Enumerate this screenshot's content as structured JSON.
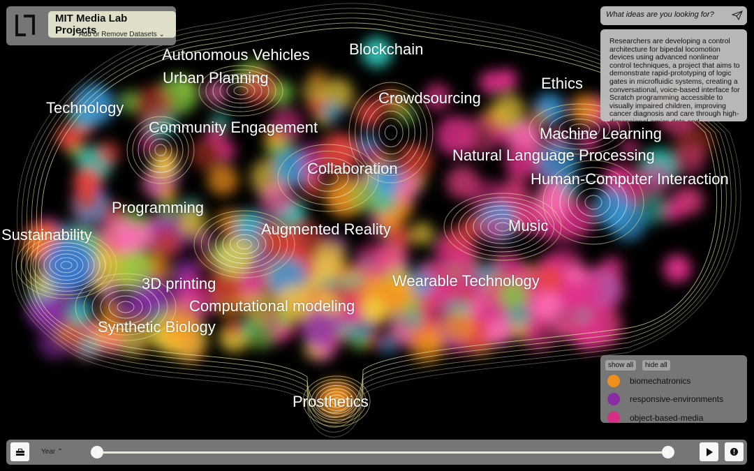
{
  "header": {
    "title": "MIT Media Lab Projects",
    "datasets_label": "Add or Remove Datasets",
    "logo_icon": "media-lab-logo"
  },
  "search": {
    "placeholder": "What ideas are you looking for?",
    "value": "",
    "icon": "send-icon"
  },
  "description": "Researchers are developing a control architecture for bipedal locomotion devices using advanced nonlinear control techniques, a project that aims to demonstrate rapid-prototyping of logic gates in microfluidic systems, creating a conversational, voice-based interface for Scratch programming accessible to visually impaired children, improving cancer diagnosis and care through high-dimensional omics data and computational",
  "topics": [
    "Autonomous Vehicles",
    "Blockchain",
    "Urban Planning",
    "Ethics",
    "Crowdsourcing",
    "Technology",
    "Community Engagement",
    "Machine Learning",
    "Natural Language Processing",
    "Collaboration",
    "Human-Computer Interaction",
    "Programming",
    "Sustainability",
    "Augmented Reality",
    "Music",
    "3D printing",
    "Wearable Technology",
    "Computational modeling",
    "Synthetic Biology",
    "Prosthetics"
  ],
  "legend": {
    "show_all": "show all",
    "hide_all": "hide all",
    "items": [
      {
        "label": "biomechatronics",
        "color": "#f7941d"
      },
      {
        "label": "responsive-environments",
        "color": "#8e2fa8"
      },
      {
        "label": "object-based-media",
        "color": "#e0308a"
      }
    ]
  },
  "timeline": {
    "filter_label": "Year",
    "range_start_fraction": 0,
    "range_end_fraction": 1,
    "play_icon": "play-icon",
    "info_icon": "info-icon",
    "toolbox_icon": "toolbox-icon"
  },
  "colors": {
    "contour": "#e8e6a0",
    "panel": "#7a7a7a",
    "track": "#f3f0d8"
  }
}
